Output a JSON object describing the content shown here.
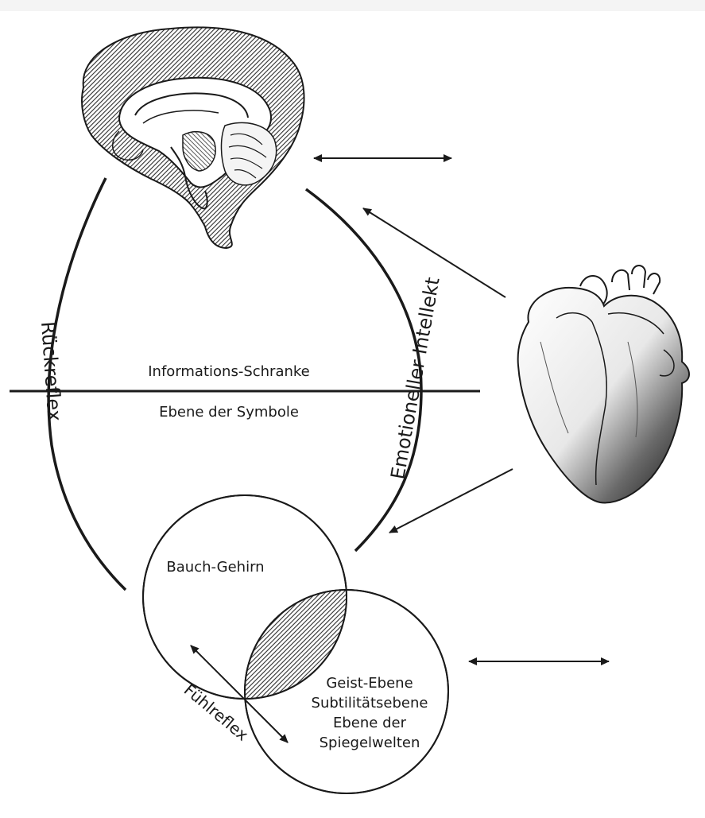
{
  "diagram": {
    "labels": {
      "information_barrier": "Informations-Schranke",
      "symbol_level": "Ebene der Symbole",
      "back_reflex": "Rückreflex",
      "emotional_intellect": "Emotioneller Intellekt",
      "belly_brain": "Bauch-Gehirn",
      "feel_reflex": "Fühlreflex",
      "spirit_level_line1": "Geist-Ebene",
      "spirit_level_line2": "Subtilitätsebene",
      "spirit_level_line3": "Ebene der",
      "spirit_level_line4": "Spiegelwelten"
    },
    "colors": {
      "ink": "#1a1a1a",
      "hatch": "#3a3a3a"
    }
  }
}
